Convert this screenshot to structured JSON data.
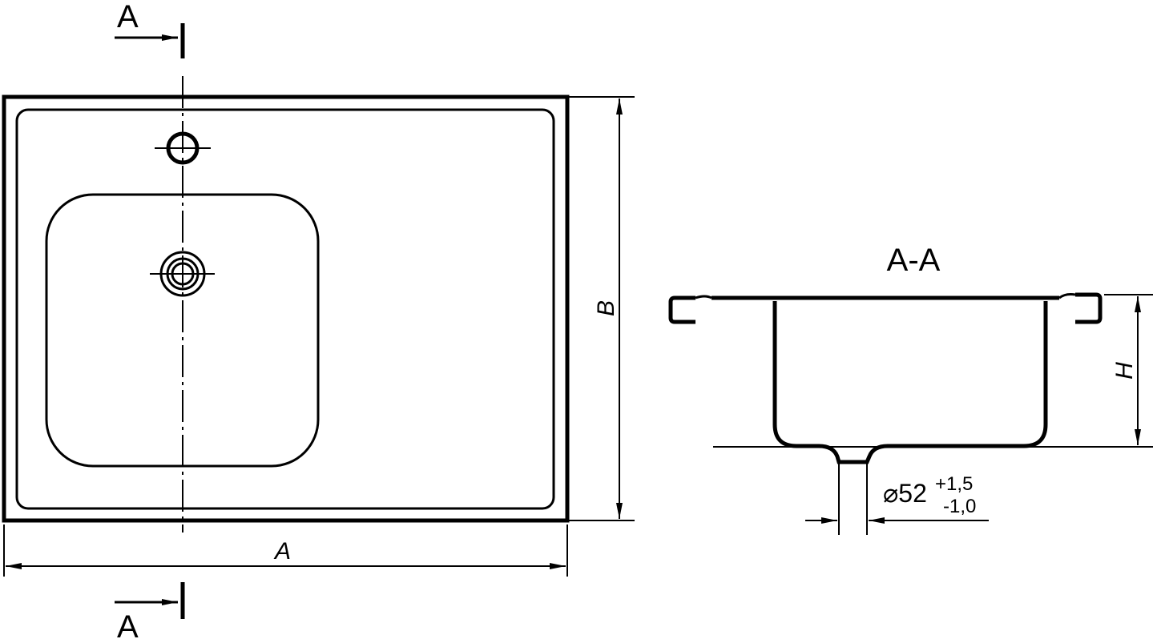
{
  "diagram": {
    "section_marker_top": "A",
    "section_marker_bottom": "A",
    "section_title": "A-A",
    "dim_width_label": "A",
    "dim_depth_label": "B",
    "dim_height_label": "H",
    "drain_diameter": {
      "symbol": "⌀",
      "nominal": "52",
      "upper_tolerance": "+1,5",
      "lower_tolerance": "-1,0"
    },
    "stroke_color": "#000000",
    "background_color": "#ffffff"
  }
}
